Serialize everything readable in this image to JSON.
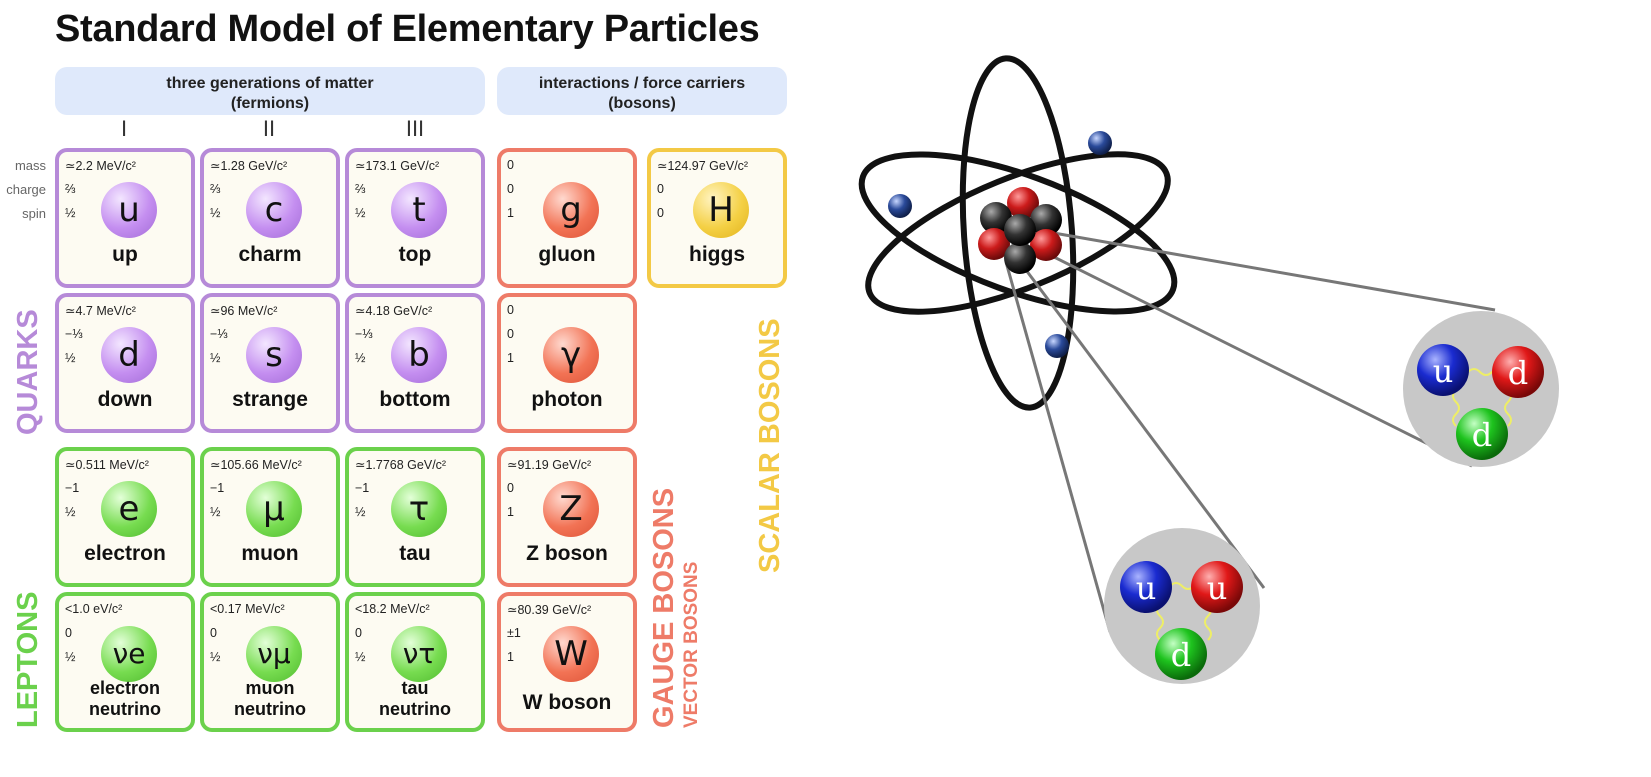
{
  "title": "Standard Model of Elementary Particles",
  "fermions_header": {
    "line1": "three generations of matter",
    "line2": "(fermions)"
  },
  "bosons_header": {
    "line1": "interactions / force carriers",
    "line2": "(bosons)"
  },
  "generations": [
    "I",
    "II",
    "III"
  ],
  "row_labels": {
    "mass": "mass",
    "charge": "charge",
    "spin": "spin"
  },
  "particles": {
    "up": {
      "mass": "≃2.2 MeV/c²",
      "charge": "⅔",
      "spin": "½",
      "symbol": "u",
      "name": "up"
    },
    "charm": {
      "mass": "≃1.28 GeV/c²",
      "charge": "⅔",
      "spin": "½",
      "symbol": "c",
      "name": "charm"
    },
    "top": {
      "mass": "≃173.1 GeV/c²",
      "charge": "⅔",
      "spin": "½",
      "symbol": "t",
      "name": "top"
    },
    "gluon": {
      "mass": "0",
      "charge": "0",
      "spin": "1",
      "symbol": "g",
      "name": "gluon"
    },
    "higgs": {
      "mass": "≃124.97 GeV/c²",
      "charge": "0",
      "spin": "0",
      "symbol": "H",
      "name": "higgs"
    },
    "down": {
      "mass": "≃4.7 MeV/c²",
      "charge": "−⅓",
      "spin": "½",
      "symbol": "d",
      "name": "down"
    },
    "strange": {
      "mass": "≃96 MeV/c²",
      "charge": "−⅓",
      "spin": "½",
      "symbol": "s",
      "name": "strange"
    },
    "bottom": {
      "mass": "≃4.18 GeV/c²",
      "charge": "−⅓",
      "spin": "½",
      "symbol": "b",
      "name": "bottom"
    },
    "photon": {
      "mass": "0",
      "charge": "0",
      "spin": "1",
      "symbol": "γ",
      "name": "photon"
    },
    "electron": {
      "mass": "≃0.511 MeV/c²",
      "charge": "−1",
      "spin": "½",
      "symbol": "e",
      "name": "electron"
    },
    "muon": {
      "mass": "≃105.66 MeV/c²",
      "charge": "−1",
      "spin": "½",
      "symbol": "μ",
      "name": "muon"
    },
    "tau": {
      "mass": "≃1.7768 GeV/c²",
      "charge": "−1",
      "spin": "½",
      "symbol": "τ",
      "name": "tau"
    },
    "zboson": {
      "mass": "≃91.19 GeV/c²",
      "charge": "0",
      "spin": "1",
      "symbol": "Z",
      "name": "Z boson"
    },
    "nu_e": {
      "mass": "<1.0 eV/c²",
      "charge": "0",
      "spin": "½",
      "symbol": "νe",
      "name1": "electron",
      "name2": "neutrino"
    },
    "nu_mu": {
      "mass": "<0.17 MeV/c²",
      "charge": "0",
      "spin": "½",
      "symbol": "νμ",
      "name1": "muon",
      "name2": "neutrino"
    },
    "nu_tau": {
      "mass": "<18.2 MeV/c²",
      "charge": "0",
      "spin": "½",
      "symbol": "ντ",
      "name1": "tau",
      "name2": "neutrino"
    },
    "wboson": {
      "mass": "≃80.39 GeV/c²",
      "charge": "±1",
      "spin": "1",
      "symbol": "W",
      "name": "W boson"
    }
  },
  "side_labels": {
    "quarks": "QUARKS",
    "leptons": "LEPTONS",
    "gauge_bosons": "GAUGE BOSONS",
    "vector_bosons": "VECTOR BOSONS",
    "scalar_bosons": "SCALAR BOSONS"
  },
  "colors": {
    "quark": "#b68ad8",
    "lepton": "#6bd14c",
    "gauge": "#ee7b68",
    "scalar": "#f3c945",
    "header_bg": "#dfe9fb",
    "proton_red": "#cc1b1b",
    "neutron_black": "#222222",
    "electron_blue": "#2a4a9a",
    "quark_up_blue": "#1a2bd0",
    "quark_up_red": "#e01818",
    "quark_down_green": "#1ec31e"
  },
  "atom_diagram": {
    "proton": {
      "quarks": [
        "u",
        "u",
        "d"
      ]
    },
    "neutron": {
      "quarks": [
        "u",
        "d",
        "d"
      ]
    }
  }
}
